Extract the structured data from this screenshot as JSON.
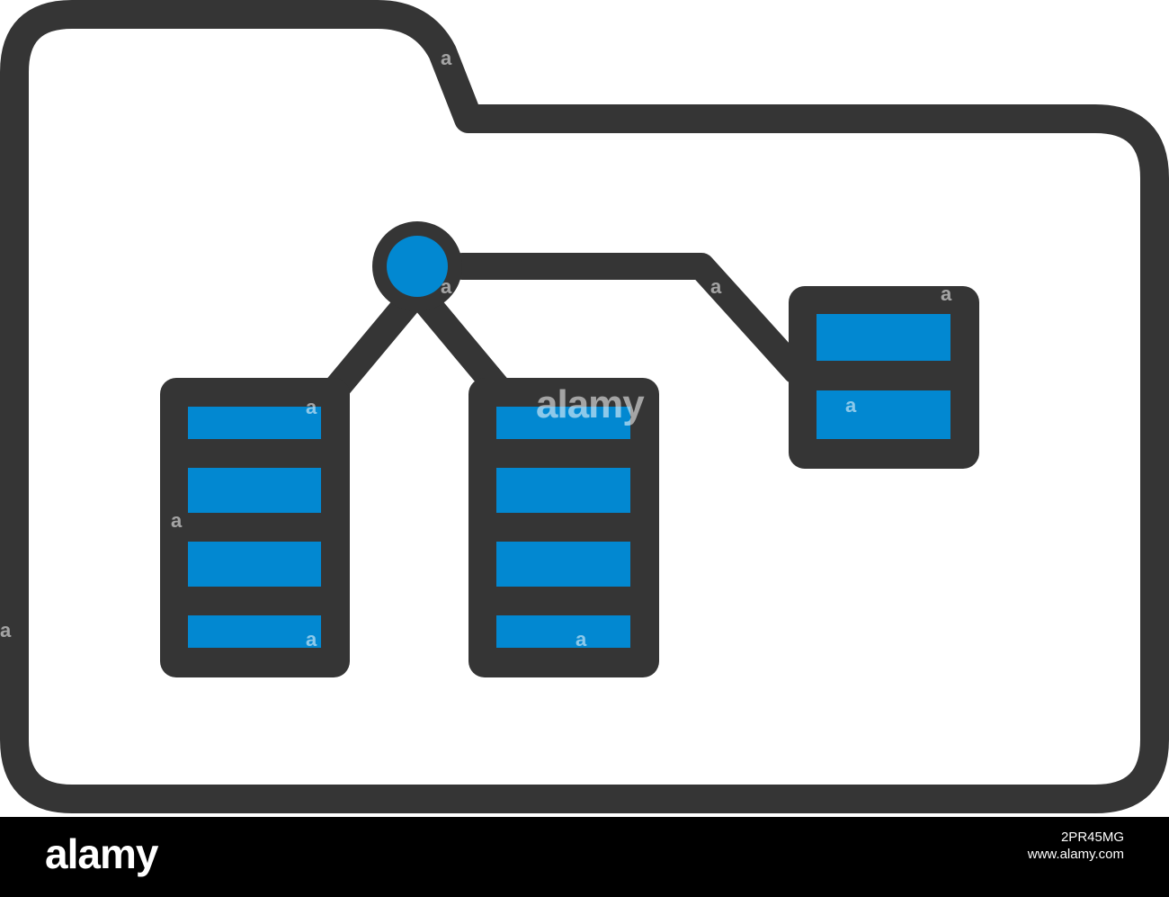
{
  "icon": {
    "name": "folder-database-network-icon",
    "outline_color": "#353535",
    "fill_color": "#0288d1",
    "background_color": "#ffffff"
  },
  "watermark": {
    "center_text": "alamy",
    "letter": "a"
  },
  "footer": {
    "logo_text": "alamy",
    "image_id": "2PR45MG",
    "site": "www.alamy.com",
    "background_color": "#000000"
  }
}
